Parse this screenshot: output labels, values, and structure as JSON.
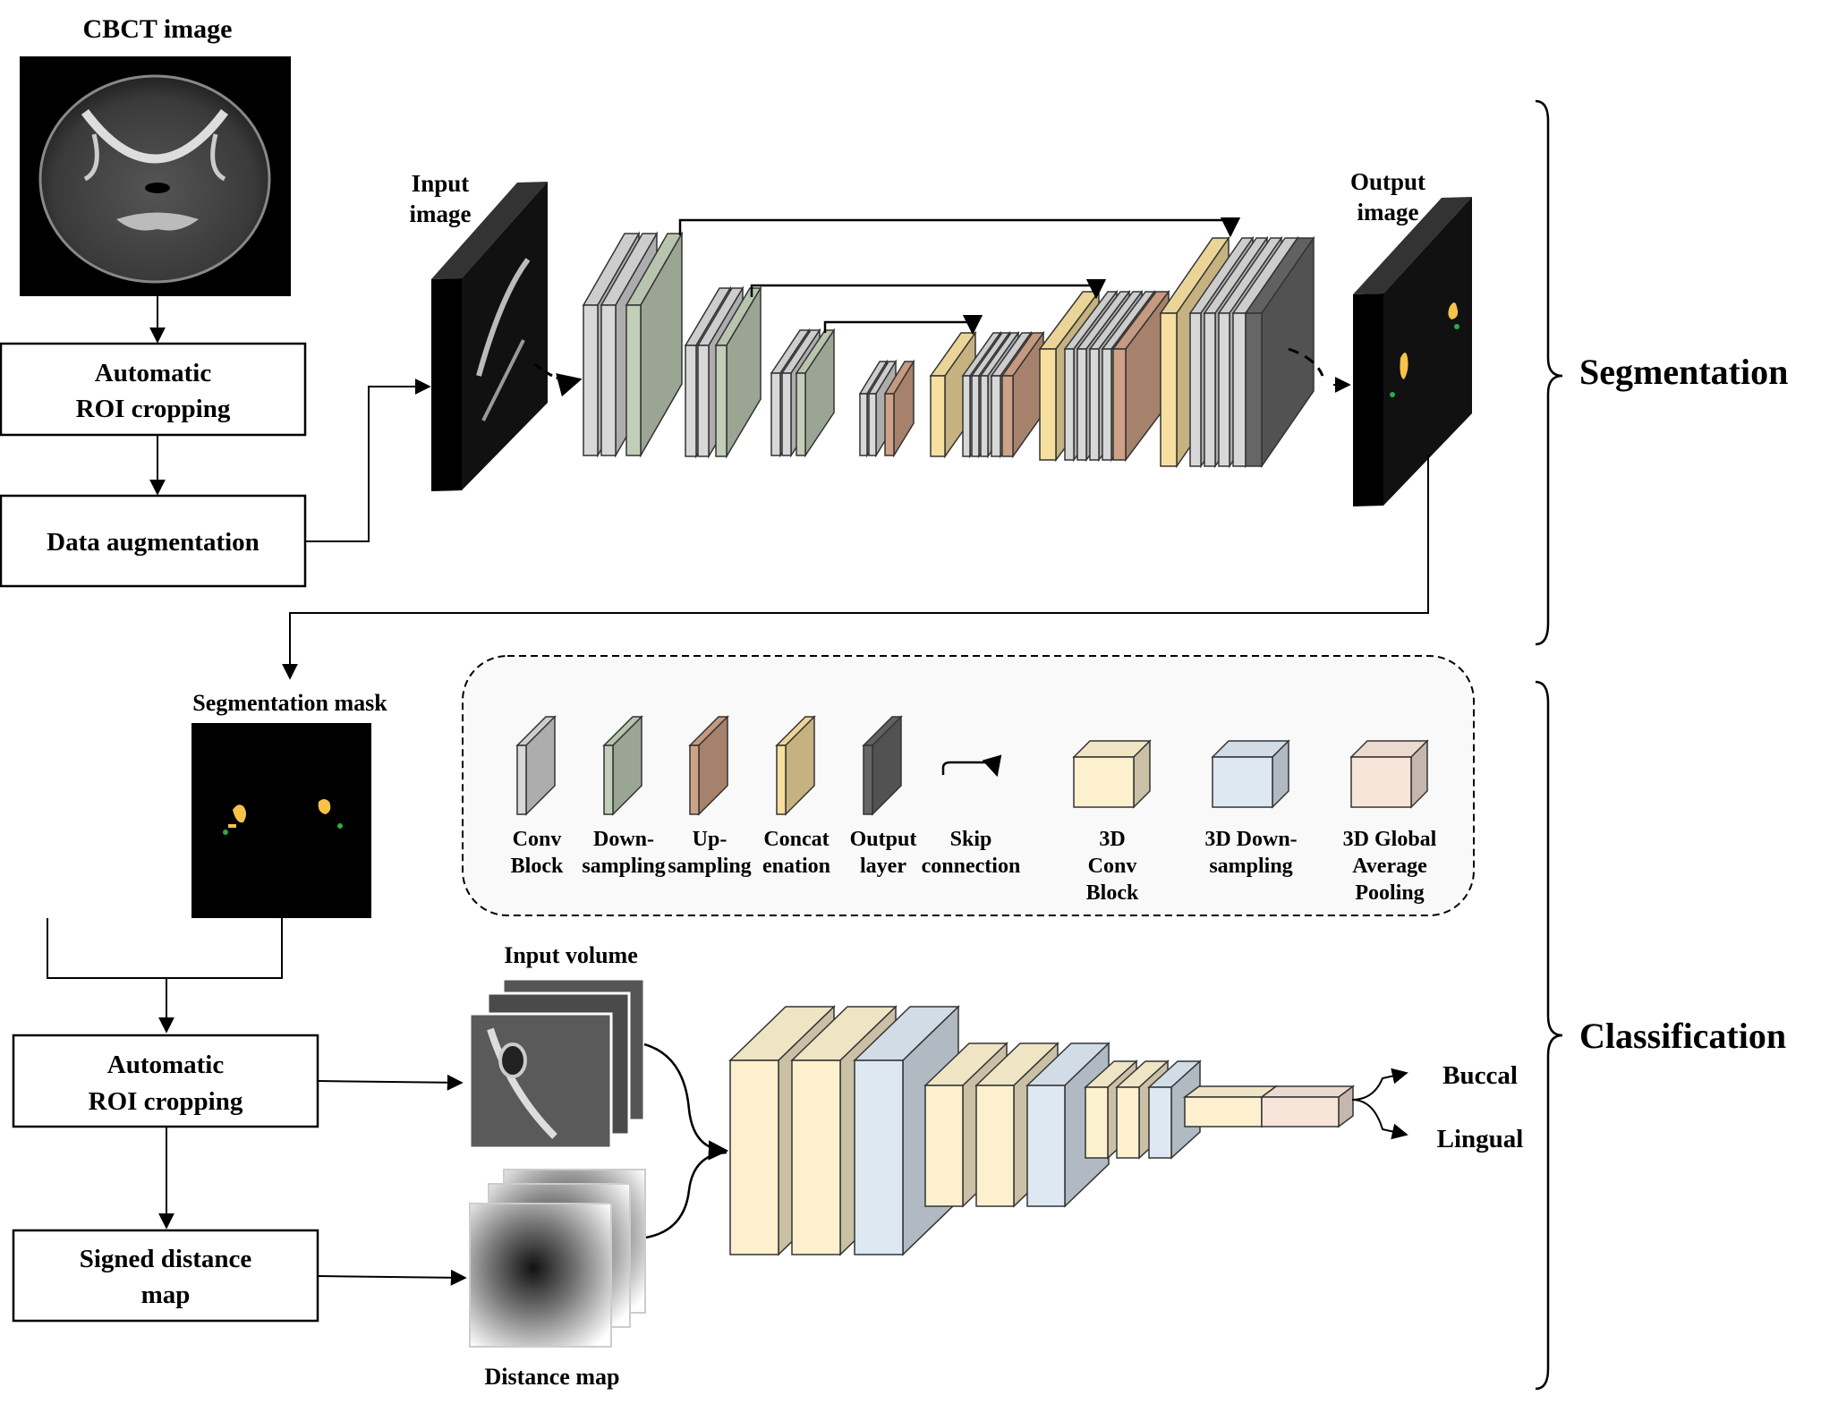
{
  "top": {
    "cbct_label": "CBCT image",
    "roi_crop_line1": "Automatic",
    "roi_crop_line2": "ROI cropping",
    "data_aug_label": "Data augmentation",
    "input_image_line1": "Input",
    "input_image_line2": "image",
    "output_image_line1": "Output",
    "output_image_line2": "image"
  },
  "sections": {
    "segmentation": "Segmentation",
    "classification": "Classification"
  },
  "bottom": {
    "seg_mask_label": "Segmentation mask",
    "roi_crop_line1": "Automatic",
    "roi_crop_line2": "ROI cropping",
    "sdm_line1": "Signed distance",
    "sdm_line2": "map",
    "input_volume_label": "Input volume",
    "distance_map_label": "Distance map",
    "buccal": "Buccal",
    "lingual": "Lingual"
  },
  "legend": {
    "conv_block": [
      "Conv",
      "Block"
    ],
    "down_sampling": [
      "Down-",
      "sampling"
    ],
    "up_sampling": [
      "Up-",
      "sampling"
    ],
    "concatenation": [
      "Concat",
      "enation"
    ],
    "output_layer": [
      "Output",
      "layer"
    ],
    "skip_connection": [
      "Skip",
      "connection"
    ],
    "conv3d_block": [
      "3D",
      "Conv",
      "Block"
    ],
    "down3d_sampling": [
      "3D Down-",
      "sampling"
    ],
    "global_avg_pooling": [
      "3D Global",
      "Average",
      "Pooling"
    ]
  },
  "colors": {
    "conv": "#d8d8d8",
    "down": "#c1cfb8",
    "up": "#cfa287",
    "concat": "#f7dfa0",
    "output": "#666666",
    "cube_conv": "#fcf0ce",
    "cube_down": "#dde8f3",
    "cube_gap": "#f8e5da"
  }
}
